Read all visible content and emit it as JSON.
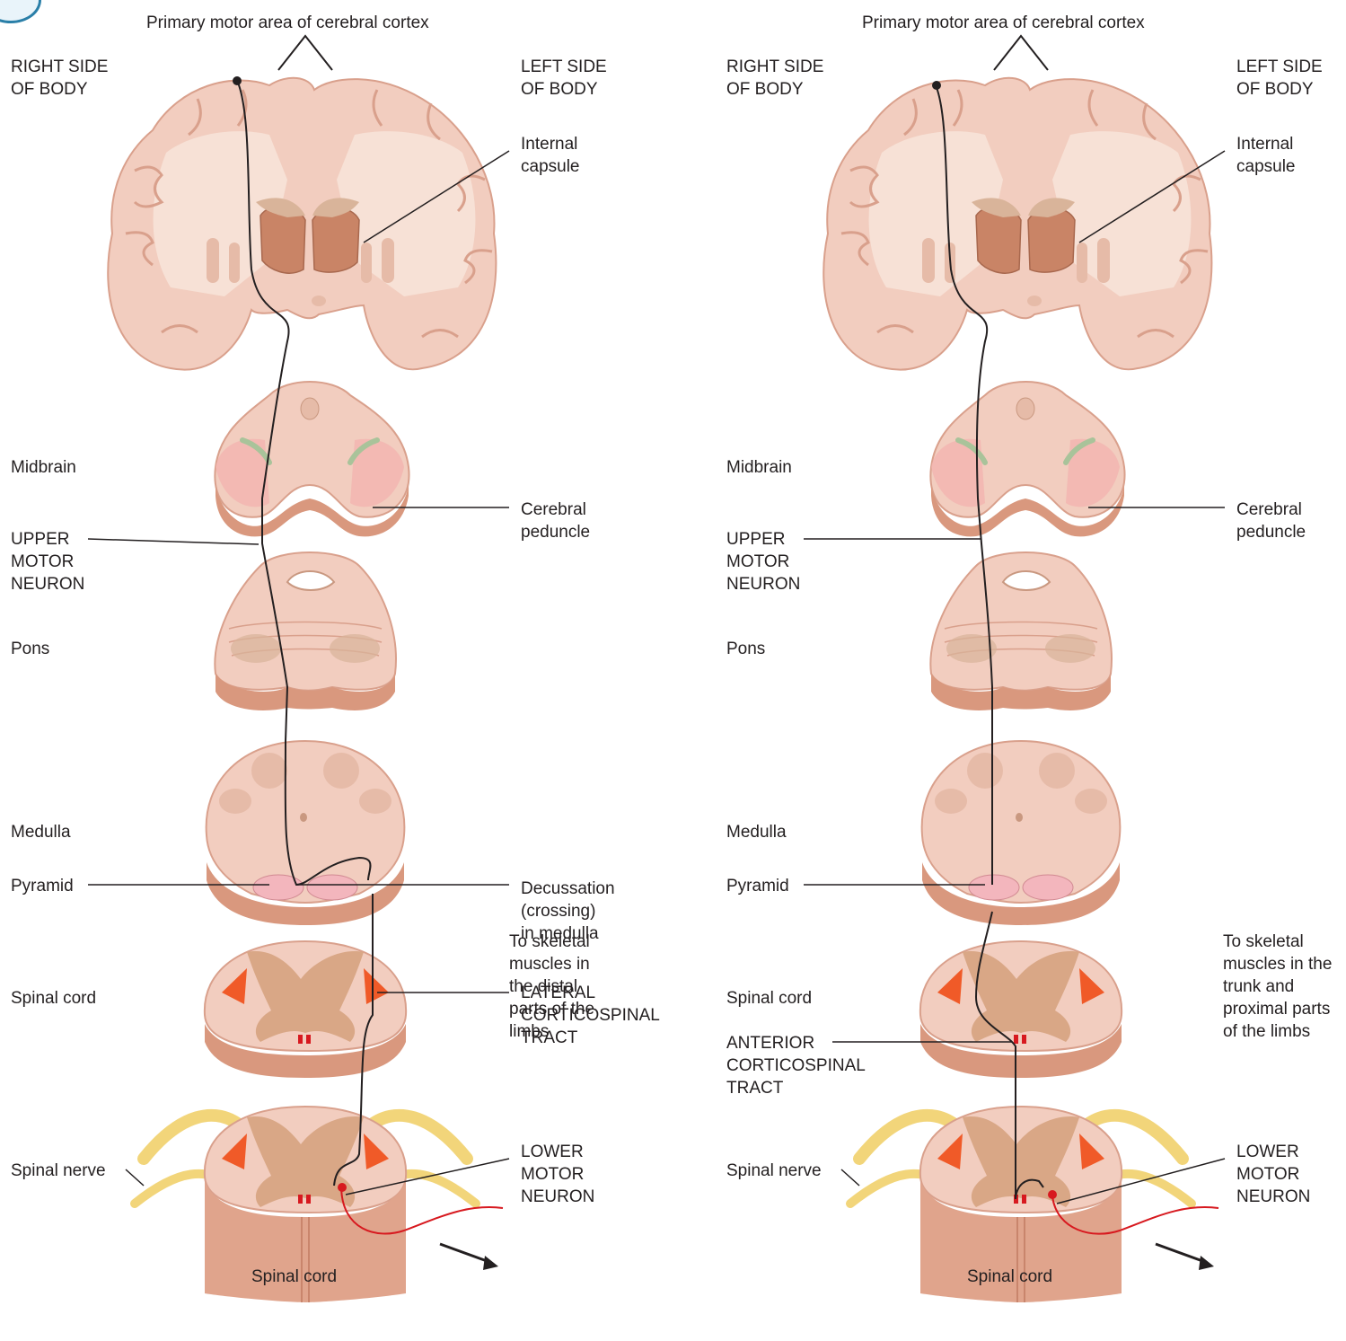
{
  "figure": {
    "left_panel": {
      "cortex_label": "Primary motor area of cerebral cortex",
      "right_side": "RIGHT SIDE\nOF BODY",
      "left_side": "LEFT SIDE\nOF BODY",
      "internal_capsule": "Internal\ncapsule",
      "midbrain": "Midbrain",
      "cerebral_peduncle": "Cerebral\npeduncle",
      "upper_motor_neuron": "UPPER\nMOTOR\nNEURON",
      "pons": "Pons",
      "medulla": "Medulla",
      "pyramid": "Pyramid",
      "decussation": "Decussation\n(crossing)\nin medulla",
      "spinal_cord_mid": "Spinal cord",
      "tract": "LATERAL\nCORTICOSPINAL\nTRACT",
      "spinal_nerve": "Spinal nerve",
      "lower_motor_neuron": "LOWER\nMOTOR\nNEURON",
      "target_muscles": "To skeletal\nmuscles in\nthe distal\nparts of the\nlimbs",
      "spinal_cord_bottom": "Spinal cord"
    },
    "right_panel": {
      "cortex_label": "Primary motor area of cerebral cortex",
      "right_side": "RIGHT SIDE\nOF BODY",
      "left_side": "LEFT SIDE\nOF BODY",
      "internal_capsule": "Internal\ncapsule",
      "midbrain": "Midbrain",
      "cerebral_peduncle": "Cerebral\npeduncle",
      "upper_motor_neuron": "UPPER\nMOTOR\nNEURON",
      "pons": "Pons",
      "medulla": "Medulla",
      "pyramid": "Pyramid",
      "spinal_cord_mid": "Spinal cord",
      "tract": "ANTERIOR\nCORTICOSPINAL\nTRACT",
      "spinal_nerve": "Spinal nerve",
      "lower_motor_neuron": "LOWER\nMOTOR\nNEURON",
      "target_muscles": "To skeletal\nmuscles in the\ntrunk and\nproximal parts\nof the limbs",
      "spinal_cord_bottom": "Spinal cord"
    }
  },
  "colors": {
    "brain_tissue": "#f2cdbf",
    "white_matter": "#f7e3d8",
    "thalamus": "#c98466",
    "section_edge": "#d9987e",
    "gray_matter": "#d9a786",
    "tract_red": "#f05a28",
    "pyramid_pink": "#f3b6bd",
    "nerve_yellow": "#f2d57a",
    "lower_neuron": "#d7191f",
    "pathway": "#231f20"
  }
}
